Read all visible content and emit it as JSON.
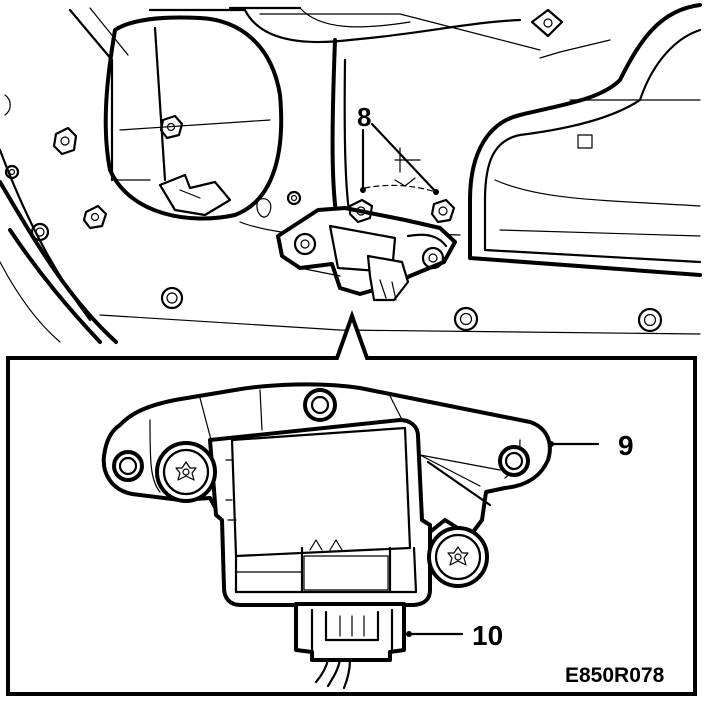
{
  "labels": {
    "callout_8": "8",
    "callout_9": "9",
    "callout_10": "10",
    "figure_code": "E850R078"
  },
  "colors": {
    "ink": "#000000",
    "paper": "#ffffff"
  }
}
